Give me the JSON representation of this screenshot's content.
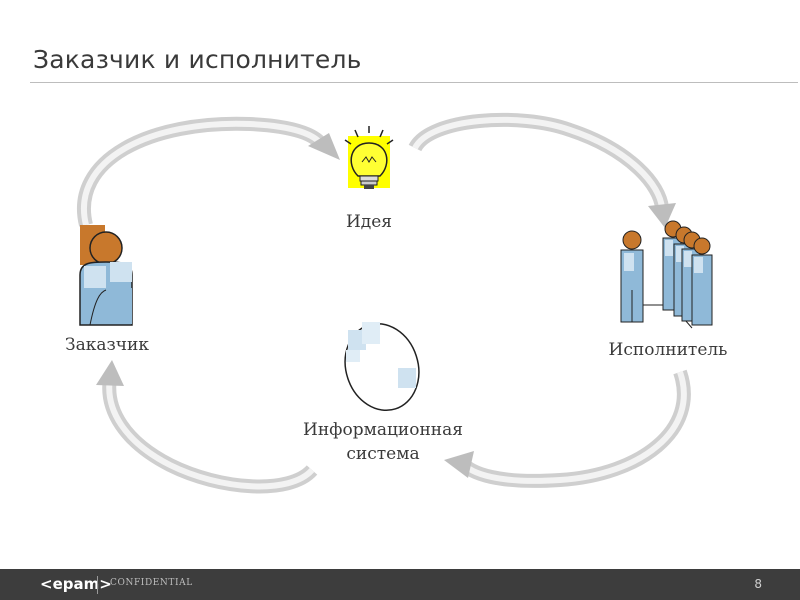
{
  "slide": {
    "title": "Заказчик и исполнитель"
  },
  "diagram": {
    "nodes": {
      "idea": {
        "label": "Идея",
        "icon": "lightbulb-icon"
      },
      "customer": {
        "label": "Заказчик",
        "icon": "person-icon"
      },
      "performer": {
        "label": "Исполнитель",
        "icon": "team-icon"
      },
      "system": {
        "label_line1": "Информационная",
        "label_line2": "система",
        "icon": "disk-icon"
      }
    },
    "arrow_color": "#d6d6d6",
    "person_colors": {
      "head": "#c8782c",
      "body": "#8fb9d8",
      "highlight": "#cfe2f0"
    },
    "bulb_bg": "#ffff00"
  },
  "footer": {
    "logo": "<epam>",
    "confidential": "CONFIDENTIAL",
    "page_number": "8",
    "background": "#3d3d3d"
  }
}
